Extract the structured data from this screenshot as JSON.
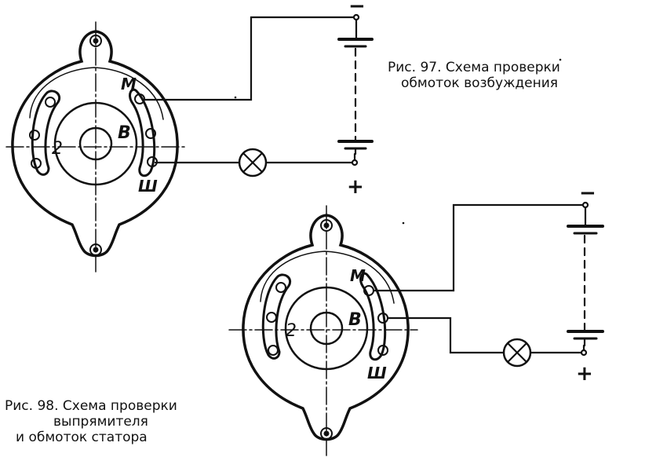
{
  "figure97": {
    "caption_line1": "Рис. 97. Схема проверки",
    "caption_line2": "обмоток возбуждения",
    "terminal_m": "М",
    "terminal_v": "В",
    "terminal_sh": "Ш",
    "mark_2": "2",
    "polarity_minus": "−",
    "polarity_plus": "+"
  },
  "figure98": {
    "caption_line1": "Рис. 98. Схема проверки",
    "caption_line2": "выпрямителя",
    "caption_line3": "и обмоток статора",
    "terminal_m": "М",
    "terminal_v": "В",
    "terminal_sh": "Ш",
    "mark_2": "2",
    "polarity_minus": "−",
    "polarity_plus": "+"
  }
}
